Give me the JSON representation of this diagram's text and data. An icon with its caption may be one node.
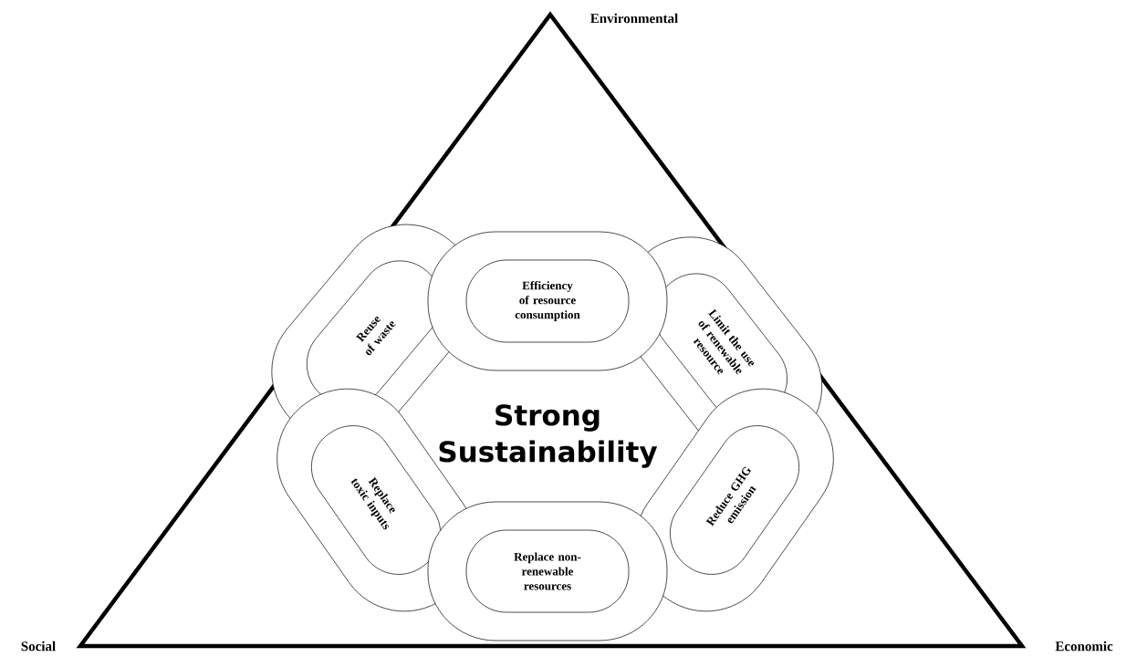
{
  "diagram": {
    "nodes": [
      {
        "text": [
          "Efficiency of resource consumption"
        ]
      },
      {
        "text": [
          "Limit the use of renewable resource"
        ]
      },
      {
        "text": [
          "Reduce GHG emission"
        ]
      },
      {
        "text": [
          "Replace non-renewable resources"
        ]
      },
      {
        "text": [
          "Replace toxic inputs"
        ]
      },
      {
        "text": [
          "Reuse of waste"
        ]
      }
    ],
    "labels": [
      "Environmental",
      "Strong Sustainability",
      "Social",
      "Economic"
    ]
  }
}
